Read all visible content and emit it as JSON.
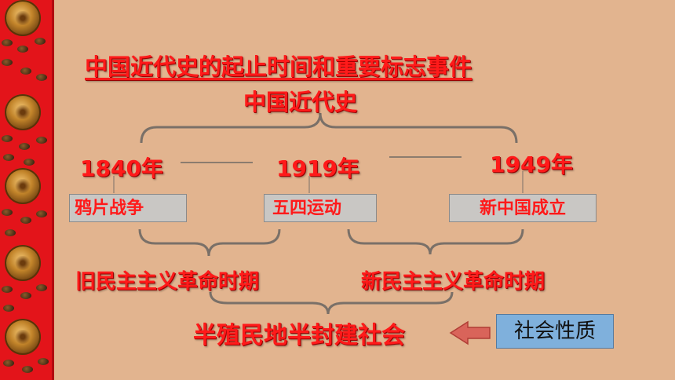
{
  "title": "中国近代史的起止时间和重要标志事件",
  "subtitle": "中国近代史",
  "years": [
    "1840年",
    "1919年",
    "1949年"
  ],
  "events": [
    "鸦片战争",
    "五四运动",
    "新中国成立"
  ],
  "periods": [
    "旧民主主义革命时期",
    "新民主主义革命时期"
  ],
  "society": "半殖民地半封建社会",
  "nature_label": "社会性质",
  "colors": {
    "accent": "#ff1a1a",
    "background": "#e2b48f",
    "border": "#e3141a",
    "nature_box": "#7fb0dc"
  }
}
